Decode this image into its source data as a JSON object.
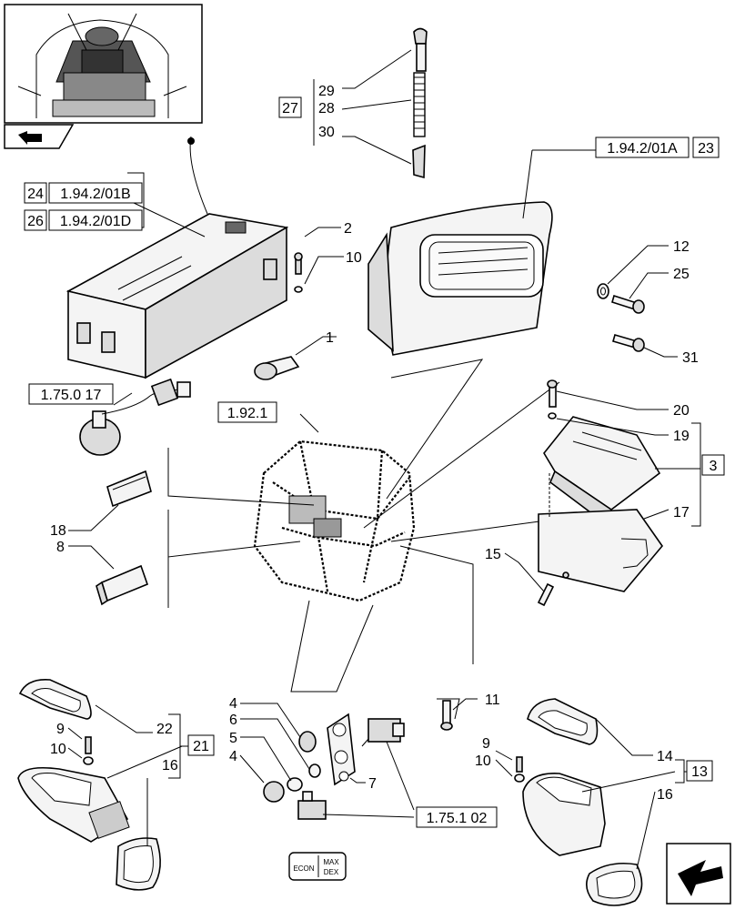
{
  "callouts": {
    "n29": "29",
    "n27": "27",
    "n28": "28",
    "n30": "30",
    "n24": "24",
    "ref_1_94_2_01B": "1.94.2/01B",
    "n26": "26",
    "ref_1_94_2_01D": "1.94.2/01D",
    "ref_1_94_2_01A": "1.94.2/01A",
    "n23": "23",
    "n2": "2",
    "n10a": "10",
    "n1": "1",
    "n12": "12",
    "n25": "25",
    "n31": "31",
    "ref_1_75_0_17": "1.75.0 17",
    "ref_1_92_1": "1.92.1",
    "n20": "20",
    "n19": "19",
    "n3": "3",
    "n17": "17",
    "n18": "18",
    "n8": "8",
    "n15": "15",
    "n4a": "4",
    "n6": "6",
    "n5": "5",
    "n4b": "4",
    "n7": "7",
    "n11": "11",
    "ref_1_75_1_02": "1.75.1 02",
    "n9a": "9",
    "n10b": "10",
    "n22": "22",
    "n21": "21",
    "n16a": "16",
    "n9b": "9",
    "n10c": "10",
    "n14": "14",
    "n13": "13",
    "n16b": "16"
  },
  "switch_labels": {
    "econ": "ECON",
    "max": "MAX",
    "dex": "DEX"
  },
  "icons": {
    "thumbnail": "tractor-cab-thumbnail",
    "nav_small": "arrow-icon",
    "nav_large": "next-page-arrow-icon"
  }
}
